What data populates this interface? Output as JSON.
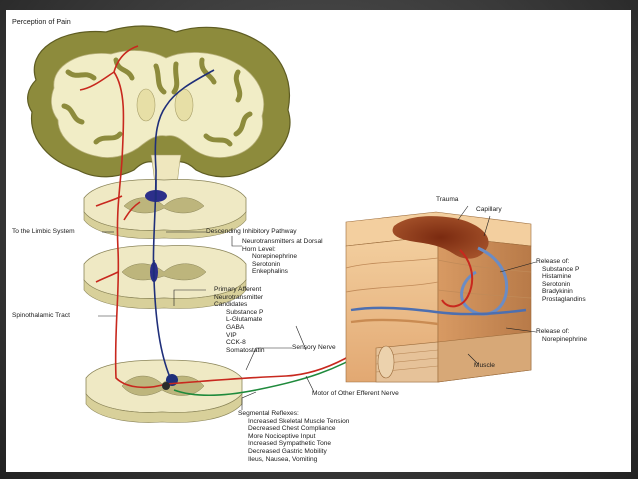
{
  "title": "Perception of Pain",
  "labels": {
    "limbic_system": "To the Limbic System",
    "descending_pathway": "Descending Inhibitory Pathway",
    "dorsal_horn_heading": "Neurotransmitters at Dorsal Horn Level:",
    "dorsal_horn_items": [
      "Norepinephrine",
      "Serotonin",
      "Enkephalins"
    ],
    "primary_afferent_heading": "Primary Afferent Neurotransmitter Candidates",
    "primary_afferent_items": [
      "Substance P",
      "L-Glutamate",
      "GABA",
      "VIP",
      "CCK-8",
      "Somatostatin"
    ],
    "spinothalamic": "Spinothalamic Tract",
    "sensory_nerve": "Sensory Nerve",
    "motor_nerve": "Motor of Other Efferent Nerve",
    "trauma": "Trauma",
    "capillary": "Capillary",
    "release_of_1": "Release of:",
    "release_items_1": [
      "Substance P",
      "Histamine",
      "Serotonin",
      "Bradykinin",
      "Prostaglandins"
    ],
    "release_of_2": "Release of:",
    "release_items_2": [
      "Norepinephrine"
    ],
    "muscle": "Muscle",
    "segmental_heading": "Segmental Reflexes:",
    "segmental_items": [
      "Increased Skeletal Muscle Tension",
      "Decreased Chest Compliance",
      "More Nociceptive Input",
      "Increased Sympathetic Tone",
      "Decreased Gastric Mobility",
      "Ileus, Nausea, Vomiting"
    ]
  },
  "colors": {
    "ascending_pathway": "#c8281e",
    "descending_pathway": "#1f2f7a",
    "efferent_nerve": "#1f8a3c",
    "brain_cortex": "#8a8a3a",
    "brain_white": "#f2efc8",
    "spinal_cord": "#efe9c4",
    "tissue": "#e7b98a",
    "muscle": "#d9b48c"
  }
}
